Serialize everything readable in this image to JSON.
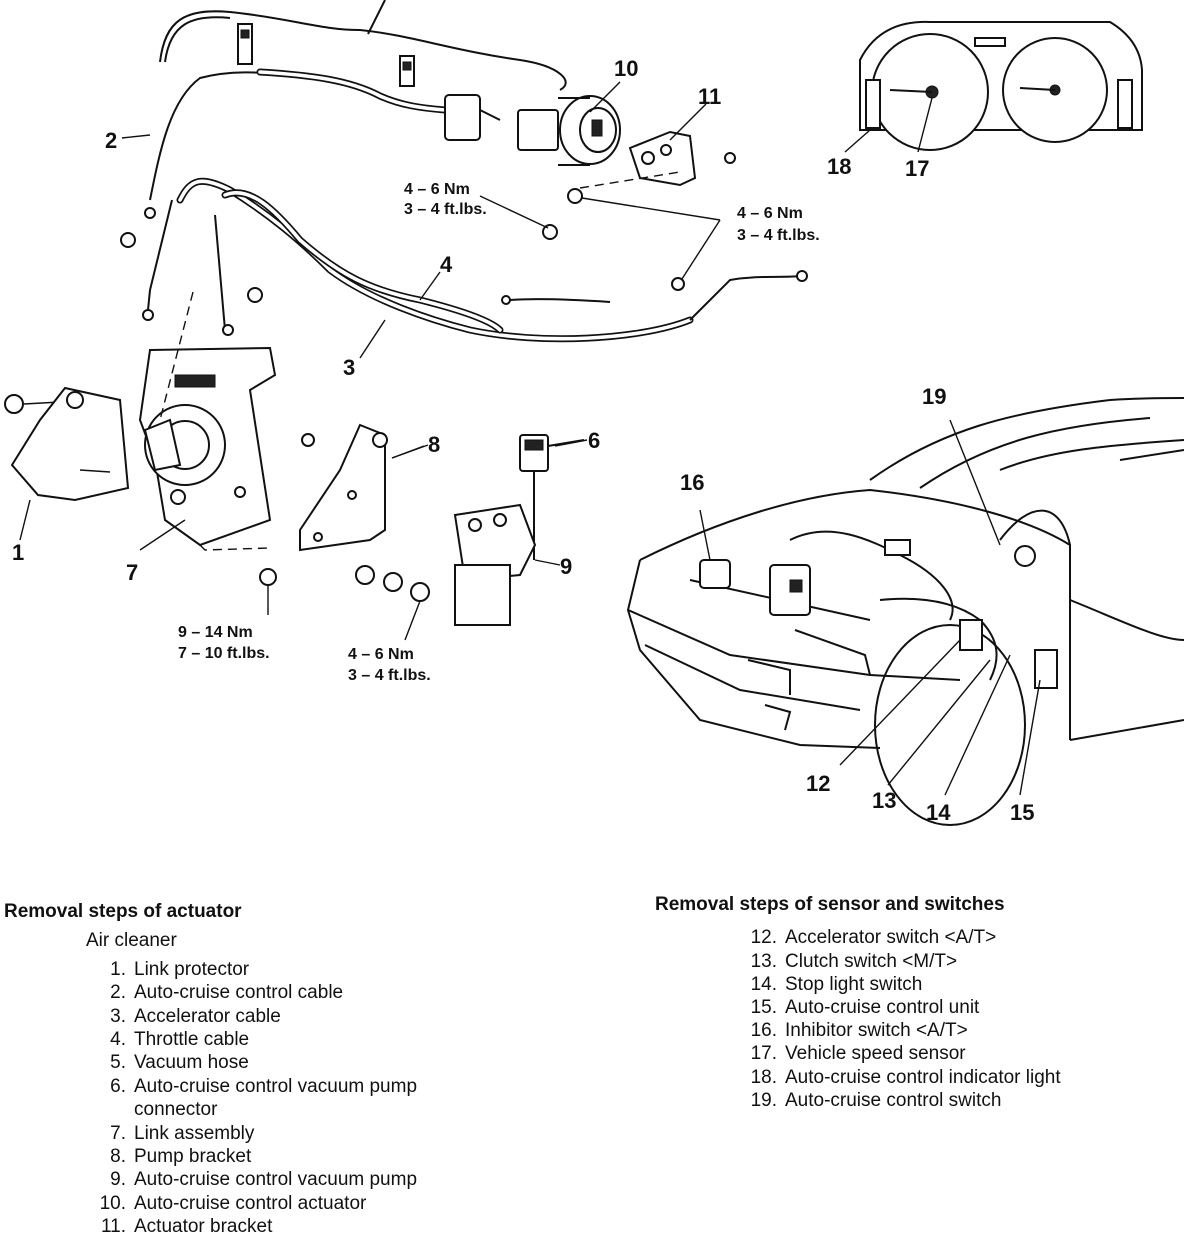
{
  "callouts": [
    "1",
    "2",
    "3",
    "4",
    "6",
    "7",
    "8",
    "9",
    "10",
    "11",
    "12",
    "13",
    "14",
    "15",
    "16",
    "17",
    "18",
    "19"
  ],
  "torques": {
    "t1": {
      "nm": "4 – 6 Nm",
      "ft": "3 – 4 ft.lbs."
    },
    "t2": {
      "nm": "4 – 6 Nm",
      "ft": "3 – 4 ft.lbs."
    },
    "t3": {
      "nm": "9 – 14 Nm",
      "ft": "7 – 10 ft.lbs."
    },
    "t4": {
      "nm": "4 – 6 Nm",
      "ft": "3 – 4 ft.lbs."
    }
  },
  "actuator": {
    "heading": "Removal steps of actuator",
    "pre_step": "Air cleaner",
    "steps": [
      {
        "num": "1.",
        "text": "Link protector"
      },
      {
        "num": "2.",
        "text": "Auto-cruise control cable"
      },
      {
        "num": "3.",
        "text": "Accelerator cable"
      },
      {
        "num": "4.",
        "text": "Throttle cable"
      },
      {
        "num": "5.",
        "text": "Vacuum hose"
      },
      {
        "num": "6.",
        "text": "Auto-cruise control vacuum pump connector"
      },
      {
        "num": "7.",
        "text": "Link assembly"
      },
      {
        "num": "8.",
        "text": "Pump bracket"
      },
      {
        "num": "9.",
        "text": "Auto-cruise control vacuum pump"
      },
      {
        "num": "10.",
        "text": "Auto-cruise control actuator"
      },
      {
        "num": "11.",
        "text": "Actuator bracket"
      }
    ]
  },
  "sensors": {
    "heading": "Removal steps of sensor and switches",
    "steps": [
      {
        "num": "12.",
        "text": "Accelerator switch <A/T>"
      },
      {
        "num": "13.",
        "text": "Clutch switch <M/T>"
      },
      {
        "num": "14.",
        "text": "Stop light switch"
      },
      {
        "num": "15.",
        "text": "Auto-cruise control unit"
      },
      {
        "num": "16.",
        "text": "Inhibitor switch <A/T>"
      },
      {
        "num": "17.",
        "text": "Vehicle speed sensor"
      },
      {
        "num": "18.",
        "text": "Auto-cruise control indicator light"
      },
      {
        "num": "19.",
        "text": "Auto-cruise control switch"
      }
    ]
  }
}
